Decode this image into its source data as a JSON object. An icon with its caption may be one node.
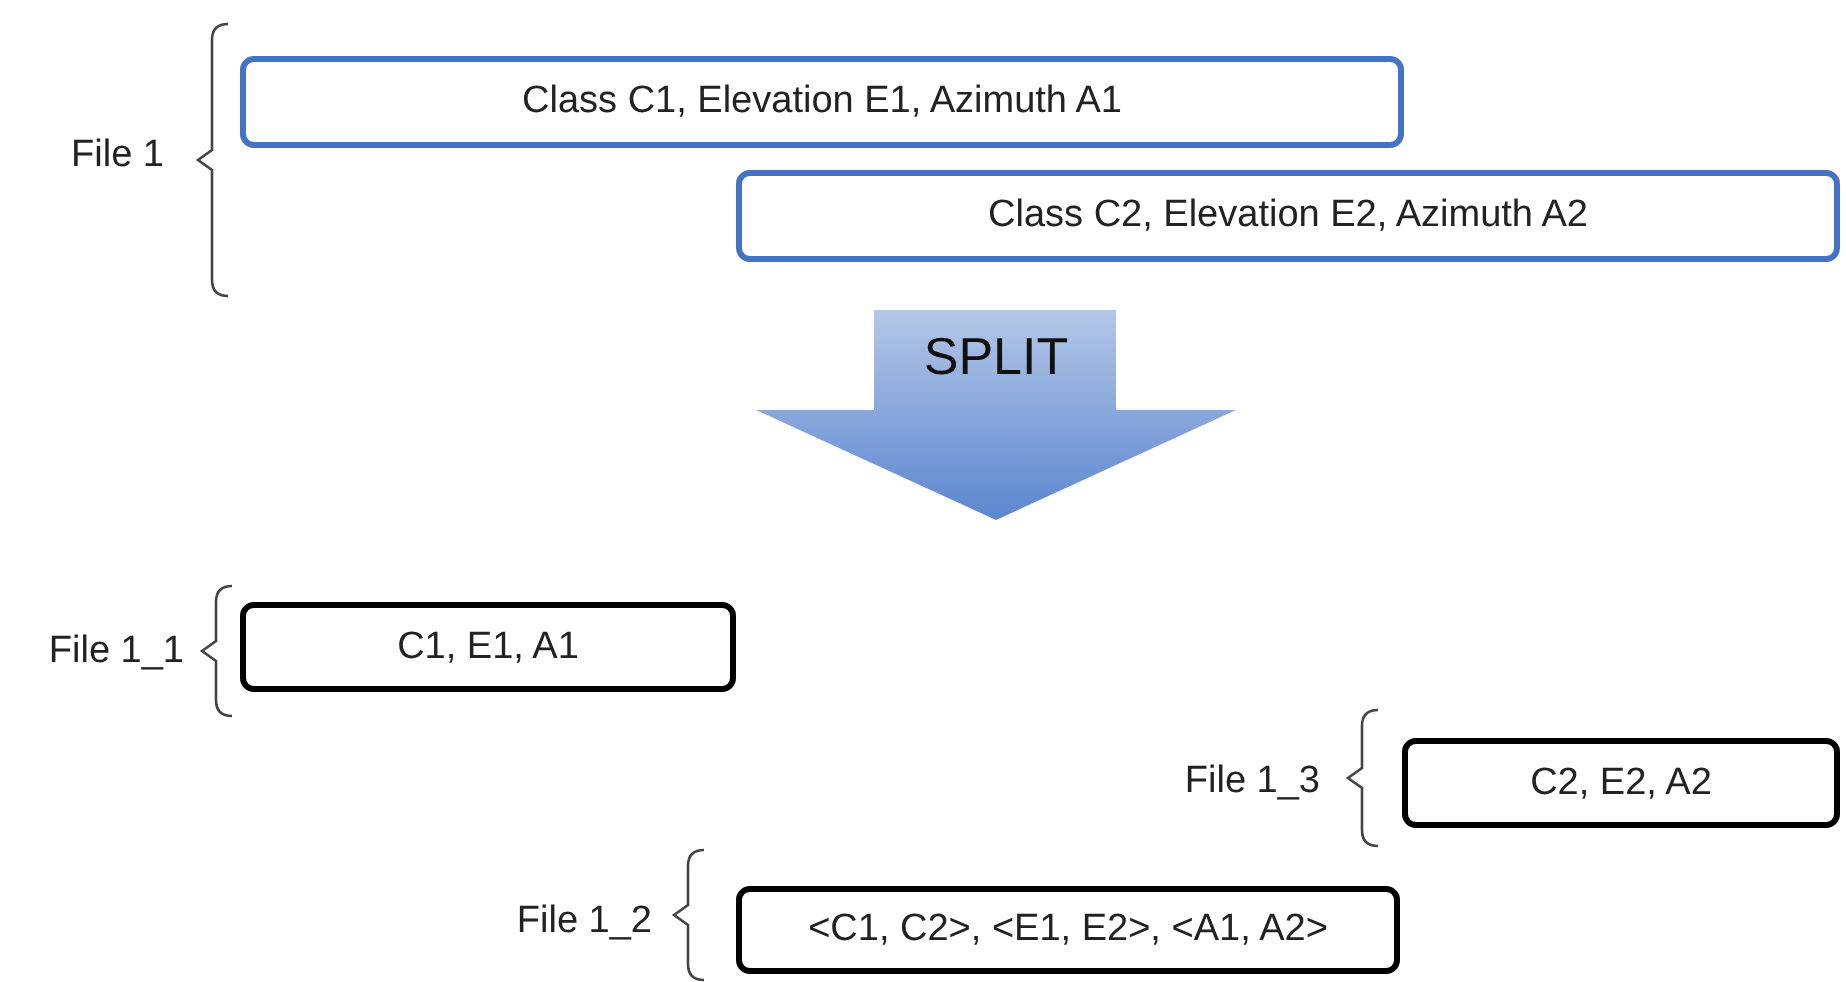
{
  "diagram": {
    "nodes": [
      {
        "text": [
          "Class C1, Elevation E1, Azimuth A1"
        ]
      },
      {
        "text": [
          "Class C2, Elevation E2, Azimuth A2"
        ]
      },
      {
        "text": [
          "SPLIT"
        ]
      },
      {
        "text": [
          "C1, E1, A1"
        ]
      },
      {
        "text": [
          "C2, E2, A2"
        ]
      },
      {
        "text": [
          "<C1, C2>, <E1, E2>, <A1, A2>"
        ]
      }
    ],
    "labels": [
      "File 1",
      "File 1_1",
      "File 1_3",
      "File 1_2"
    ]
  }
}
